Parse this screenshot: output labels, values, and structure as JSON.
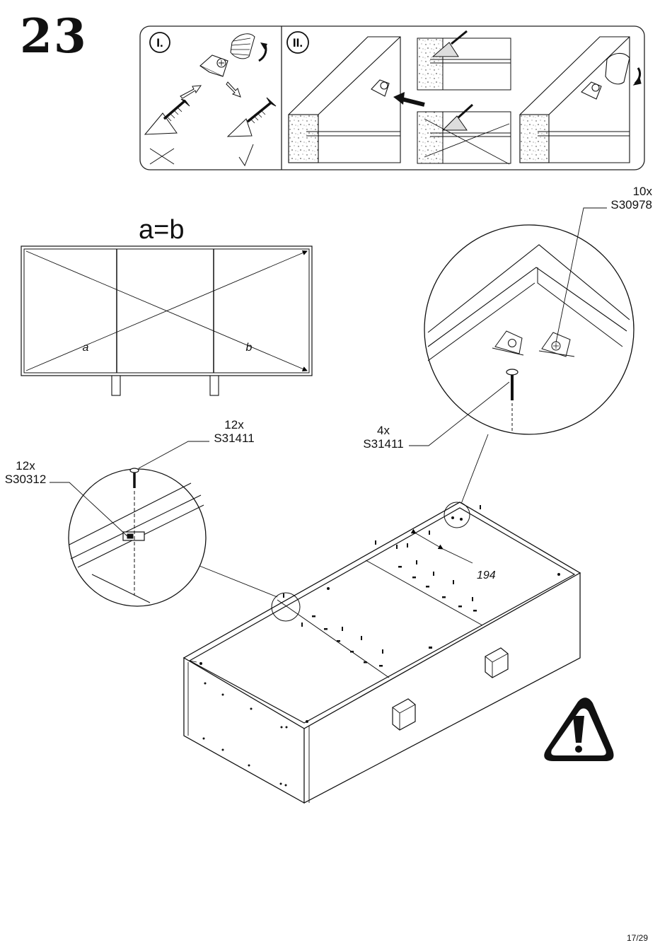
{
  "step": {
    "number": "23"
  },
  "method": {
    "panel_one_label": "I.",
    "panel_two_label": "II."
  },
  "diagonal_check": {
    "formula": "a=b",
    "label_a": "a",
    "label_b": "b"
  },
  "callouts": {
    "corner_bracket": {
      "quantity": "10x",
      "part_code": "S30978"
    },
    "corner_screw": {
      "quantity": "4x",
      "part_code": "S31411"
    },
    "back_screw": {
      "quantity": "12x",
      "part_code": "S31411"
    },
    "back_connector": {
      "quantity": "12x",
      "part_code": "S30312"
    }
  },
  "dimension": {
    "value": "194"
  },
  "footer": {
    "page": "17/29"
  }
}
